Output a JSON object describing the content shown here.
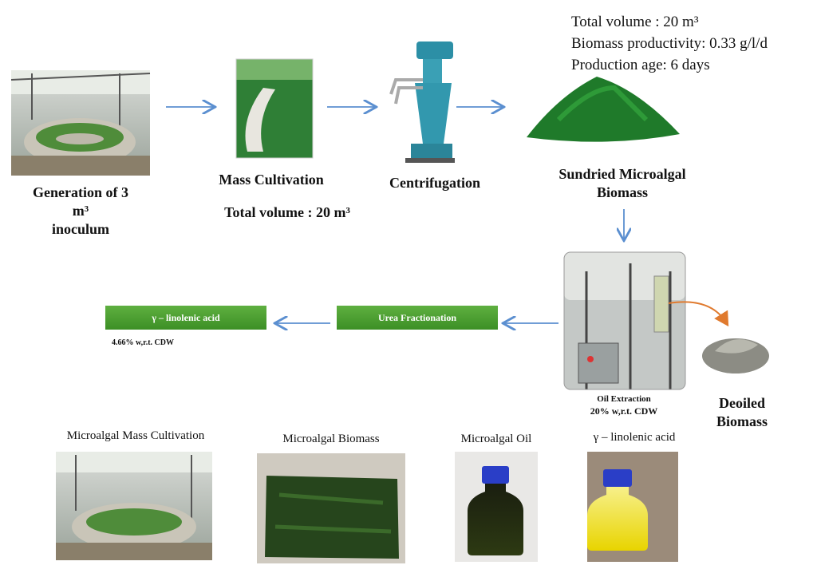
{
  "stats": {
    "line1": "Total volume : 20 m³",
    "line2": "Biomass productivity: 0.33 g/l/d",
    "line3": "Production age: 6 days"
  },
  "steps": {
    "inoculum": {
      "line1": "Generation of 3",
      "line2": "m³",
      "line3": "inoculum"
    },
    "mass_cultivation": "Mass Cultivation",
    "mass_volume": "Total volume : 20 m³",
    "centrifugation": "Centrifugation",
    "sundried": {
      "line1": "Sundried Microalgal",
      "line2": "Biomass"
    },
    "oil_extraction": "Oil Extraction",
    "oil_yield": "20% w,r.t. CDW",
    "deoiled": {
      "line1": "Deoiled",
      "line2": "Biomass"
    },
    "urea": "Urea Fractionation",
    "gla": "γ – linolenic acid",
    "gla_yield": "4.66% w,r.t. CDW"
  },
  "gallery": {
    "c1": "Microalgal Mass Cultivation",
    "c2": "Microalgal Biomass",
    "c3": "Microalgal Oil",
    "c4": "γ – linolenic acid"
  },
  "colors": {
    "arrow": "#5b8fd0",
    "green": "#4a9e30",
    "algae": "#1f7a2a"
  }
}
